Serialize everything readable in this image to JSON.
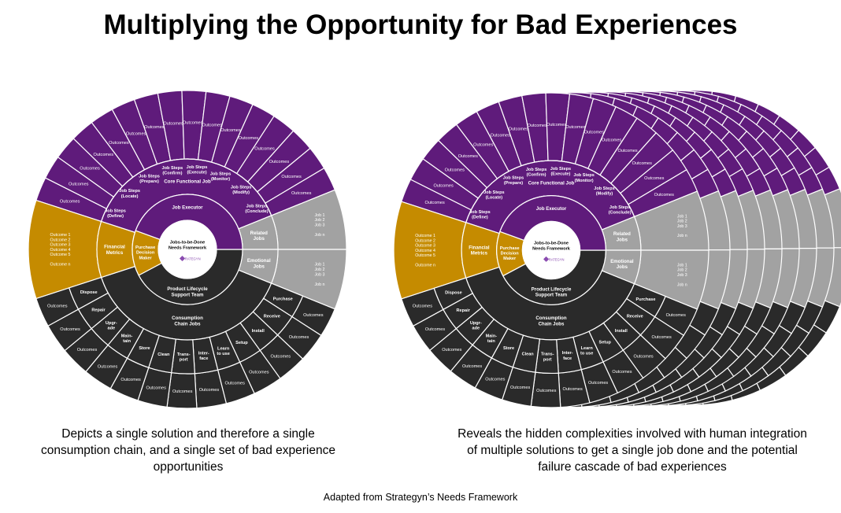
{
  "title": "Multiplying the Opportunity for Bad Experiences",
  "colors": {
    "purple": "#5f1b7b",
    "dark": "#2a2a2a",
    "gray": "#a2a2a2",
    "gold": "#c58b00",
    "divider": "#ffffff"
  },
  "wheel": {
    "center_line1": "Jobs-to-be-Done",
    "center_line2": "Needs Framework",
    "center_brand": "STRATEGYN",
    "job_executor": "Job Executor",
    "product_lifecycle": [
      "Product Lifecycle",
      "Support Team"
    ],
    "purchase_maker": [
      "Purchase",
      "Decision",
      "Maker"
    ],
    "core_functional_job": "Core Functional Job",
    "related_jobs": [
      "Related",
      "Jobs"
    ],
    "emotional_jobs": [
      "Emotional",
      "Jobs"
    ],
    "financial_metrics": [
      "Financial",
      "Metrics"
    ],
    "consumption_chain_jobs": [
      "Consumption",
      "Chain Jobs"
    ],
    "job_steps": [
      [
        "Job Steps",
        "(Define)"
      ],
      [
        "Job Steps",
        "(Locate)"
      ],
      [
        "Job Steps",
        "(Prepare)"
      ],
      [
        "Job Steps",
        "(Confirm)"
      ],
      [
        "Job Steps",
        "(Execute)"
      ],
      [
        "Job Steps",
        "(Monitor)"
      ],
      [
        "Job Steps",
        "(Modify)"
      ],
      [
        "Job Steps",
        "(Conclude)"
      ]
    ],
    "consumption_steps": [
      [
        "Dispose"
      ],
      [
        "Repair"
      ],
      [
        "Upgr-",
        "ade"
      ],
      [
        "Main-",
        "tain"
      ],
      [
        "Store"
      ],
      [
        "Clean"
      ],
      [
        "Trans-",
        "port"
      ],
      [
        "Inter-",
        "face"
      ],
      [
        "Learn",
        "to use"
      ],
      [
        "Setup"
      ],
      [
        "Install"
      ],
      [
        "Receive"
      ],
      [
        "Purchase"
      ]
    ],
    "outcomes_label": "Outcomes",
    "related_list": [
      "Job 1",
      "Job 2",
      "Job 3",
      "",
      "Job n"
    ],
    "emotional_list": [
      "Job 1",
      "Job 2",
      "Job 3",
      "",
      "Job n"
    ],
    "financial_list": [
      "Outcome 1",
      "Outcome 2",
      "Outcome 3",
      "Outcome 4",
      "Outcome 5",
      "",
      "Outcome n"
    ]
  },
  "left_caption": "Depicts a single solution and therefore a single consumption chain, and a single set of bad experience opportunities",
  "right_caption": "Reveals the hidden complexities involved with human integration of multiple solutions to get a single job done and the potential failure cascade of bad experiences",
  "credit": "Adapted from Strategyn’s Needs Framework"
}
